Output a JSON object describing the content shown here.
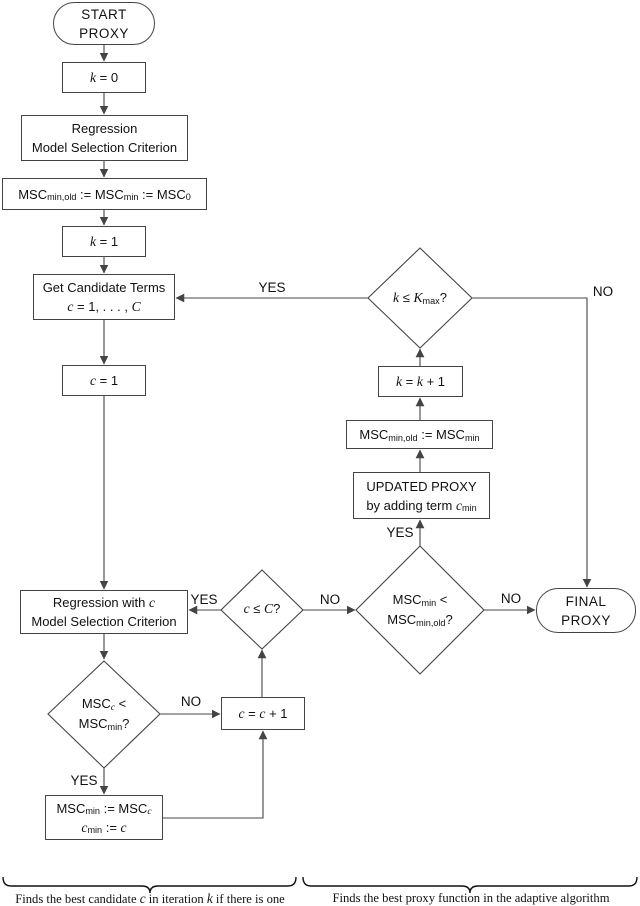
{
  "nodes": {
    "start": {
      "line1": "START",
      "line2": "PROXY"
    },
    "k_eq_0": {
      "line1": "*k* = 0"
    },
    "regression": {
      "line1": "Regression",
      "line2": "Model Selection Criterion"
    },
    "msc_init": {
      "line1": "MSC_{min,old} := MSC_{min} := MSC_{0}"
    },
    "k_eq_1": {
      "line1": "*k* = 1"
    },
    "get_candidates": {
      "line1": "Get Candidate Terms",
      "line2": "*c* = 1, . . . , *C*"
    },
    "c_eq_1": {
      "line1": "*c* = 1"
    },
    "k_le_kmax": {
      "line1": "*k* ≤ *K*_{max}?"
    },
    "k_inc": {
      "line1": "*k* = *k* + 1"
    },
    "msc_update_old": {
      "line1": "MSC_{min,old} := MSC_{min}"
    },
    "updated_proxy": {
      "line1": "UPDATED PROXY",
      "line2": "by adding term *c*_{min}"
    },
    "msc_lt_old": {
      "line1": "MSC_{min} <",
      "line2": "MSC_{min,old}?"
    },
    "final": {
      "line1": "FINAL",
      "line2": "PROXY"
    },
    "regression_c": {
      "line1": "Regression with *c*",
      "line2": "Model Selection Criterion"
    },
    "c_le_C": {
      "line1": "*c* ≤ *C*?"
    },
    "msc_c_lt_min": {
      "line1": "MSC_{*c*} <",
      "line2": "MSC_{min}?"
    },
    "c_inc": {
      "line1": "*c* = *c* + 1"
    },
    "msc_assign": {
      "line1": "MSC_{min} := MSC_{*c*}",
      "line2": "*c*_{min} := *c*"
    }
  },
  "labels": {
    "yes_to_candidates": "YES",
    "no_to_final_top": "NO",
    "yes_to_regression_c": "YES",
    "no_to_msc_check": "NO",
    "no_to_final": "NO",
    "yes_to_updated": "YES",
    "no_to_c_inc": "NO",
    "yes_to_assign": "YES"
  },
  "captions": {
    "left": "Finds the best candidate *c* in iteration *k* if there is one",
    "right": "Finds the best proxy function in the adaptive algorithm"
  },
  "colors": {
    "line": "#444444",
    "text": "#111111",
    "background": "#ffffff"
  }
}
